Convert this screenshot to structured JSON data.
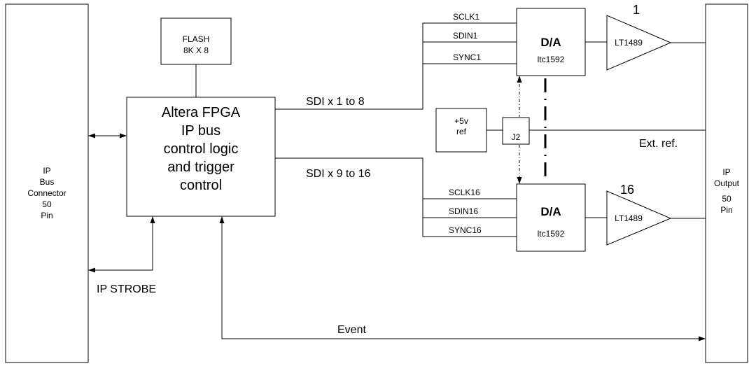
{
  "ip_bus_connector": [
    "IP",
    "Bus",
    "Connector",
    "50",
    "Pin"
  ],
  "ip_output": [
    "IP",
    "Output",
    "50",
    "Pin"
  ],
  "flash": [
    "FLASH",
    "8K X 8"
  ],
  "fpga": [
    "Altera FPGA",
    "IP bus",
    "control logic",
    "and trigger",
    "control"
  ],
  "ref_box": [
    "+5v",
    "ref"
  ],
  "j2": "J2",
  "ext_ref": "Ext. ref.",
  "sdi_1_8": "SDI x 1 to 8",
  "sdi_9_16": "SDI x 9 to 16",
  "ip_strobe": "IP STROBE",
  "event": "Event",
  "channel_top": {
    "number": "1",
    "signals": [
      "SCLK1",
      "SDIN1",
      "SYNC1"
    ],
    "dac_title": "D/A",
    "dac_part": "ltc1592",
    "amp": "LT1489"
  },
  "channel_bottom": {
    "number": "16",
    "signals": [
      "SCLK16",
      "SDIN16",
      "SYNC16"
    ],
    "dac_title": "D/A",
    "dac_part": "ltc1592",
    "amp": "LT1489"
  }
}
